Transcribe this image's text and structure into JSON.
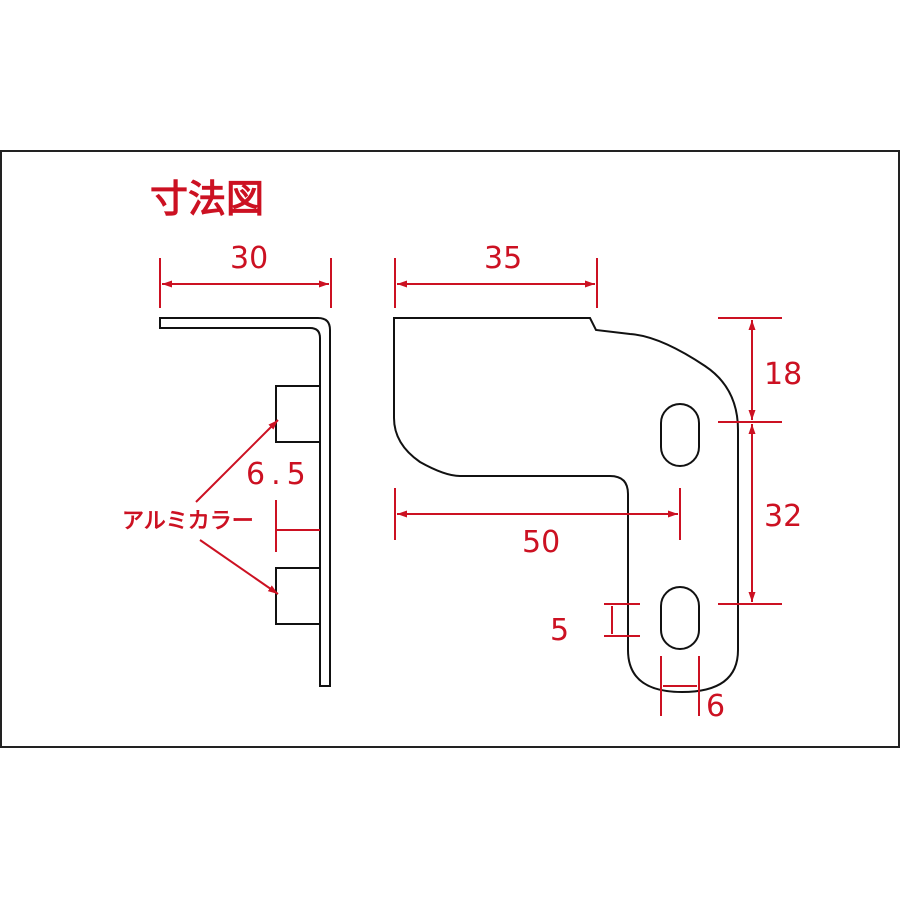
{
  "colors": {
    "accent": "#cc1122",
    "line": "#111111",
    "frame": "#222222",
    "background": "#ffffff"
  },
  "title": "寸法図",
  "callout_label": "アルミカラー",
  "dimensions": {
    "side_width": "30",
    "collar_gap": "6.5",
    "top_width": "35",
    "slot_offset": "50",
    "upper_height": "18",
    "slot_pitch": "32",
    "slot_width": "5",
    "slot_length": "6"
  }
}
